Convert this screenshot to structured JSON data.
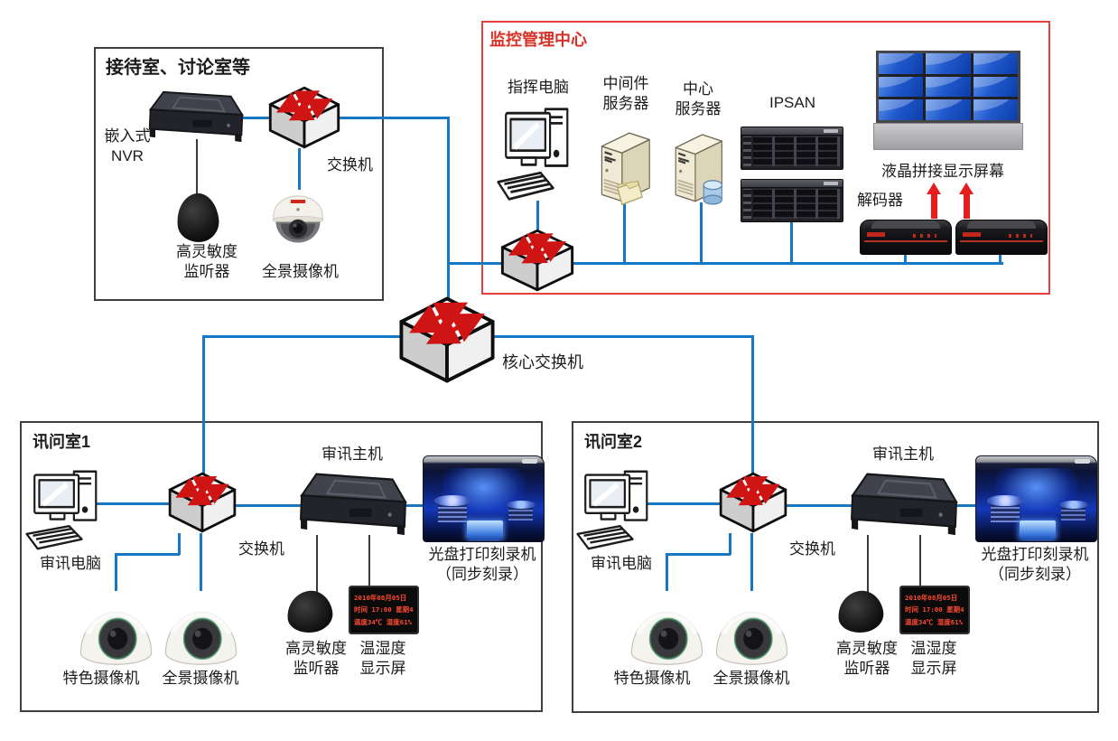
{
  "colors": {
    "connection_blue": "#1878c4",
    "center_border_red": "#e6403d",
    "center_title_red": "#d93025",
    "arrow_red": "#e81c1c"
  },
  "reception": {
    "title": "接待室、讨论室等",
    "nvr_label_line1": "嵌入式",
    "nvr_label_line2": "NVR",
    "switch_label": "交换机",
    "listener_label_line1": "高灵敏度",
    "listener_label_line2": "监听器",
    "camera_label": "全景摄像机"
  },
  "control_center": {
    "title": "监控管理中心",
    "command_pc_label": "指挥电脑",
    "middleware_server_line1": "中间件",
    "middleware_server_line2": "服务器",
    "central_server_line1": "中心",
    "central_server_line2": "服务器",
    "ipsan_label": "IPSAN",
    "video_wall_label": "液晶拼接显示屏幕",
    "decoder_label": "解码器"
  },
  "core_switch_label": "核心交换机",
  "rooms": [
    {
      "title": "讯问室1",
      "pc_label": "审讯电脑",
      "switch_label": "交换机",
      "host_label": "审讯主机",
      "printer_label_line1": "光盘打印刻录机",
      "printer_label_line2": "（同步刻录）",
      "camera1_label": "特色摄像机",
      "camera2_label": "全景摄像机",
      "listener_label_line1": "高灵敏度",
      "listener_label_line2": "监听器",
      "temp_label_line1": "温湿度",
      "temp_label_line2": "显示屏",
      "display": {
        "line1": "2010年08月05日",
        "line2": "时间 17:00 星期4",
        "line3": "温度34℃ 湿度61%"
      }
    },
    {
      "title": "讯问室2",
      "pc_label": "审讯电脑",
      "switch_label": "交换机",
      "host_label": "审讯主机",
      "printer_label_line1": "光盘打印刻录机",
      "printer_label_line2": "（同步刻录）",
      "camera1_label": "特色摄像机",
      "camera2_label": "全景摄像机",
      "listener_label_line1": "高灵敏度",
      "listener_label_line2": "监听器",
      "temp_label_line1": "温湿度",
      "temp_label_line2": "显示屏",
      "display": {
        "line1": "2010年08月05日",
        "line2": "时间 17:00 星期4",
        "line3": "温度34℃ 湿度61%"
      }
    }
  ]
}
